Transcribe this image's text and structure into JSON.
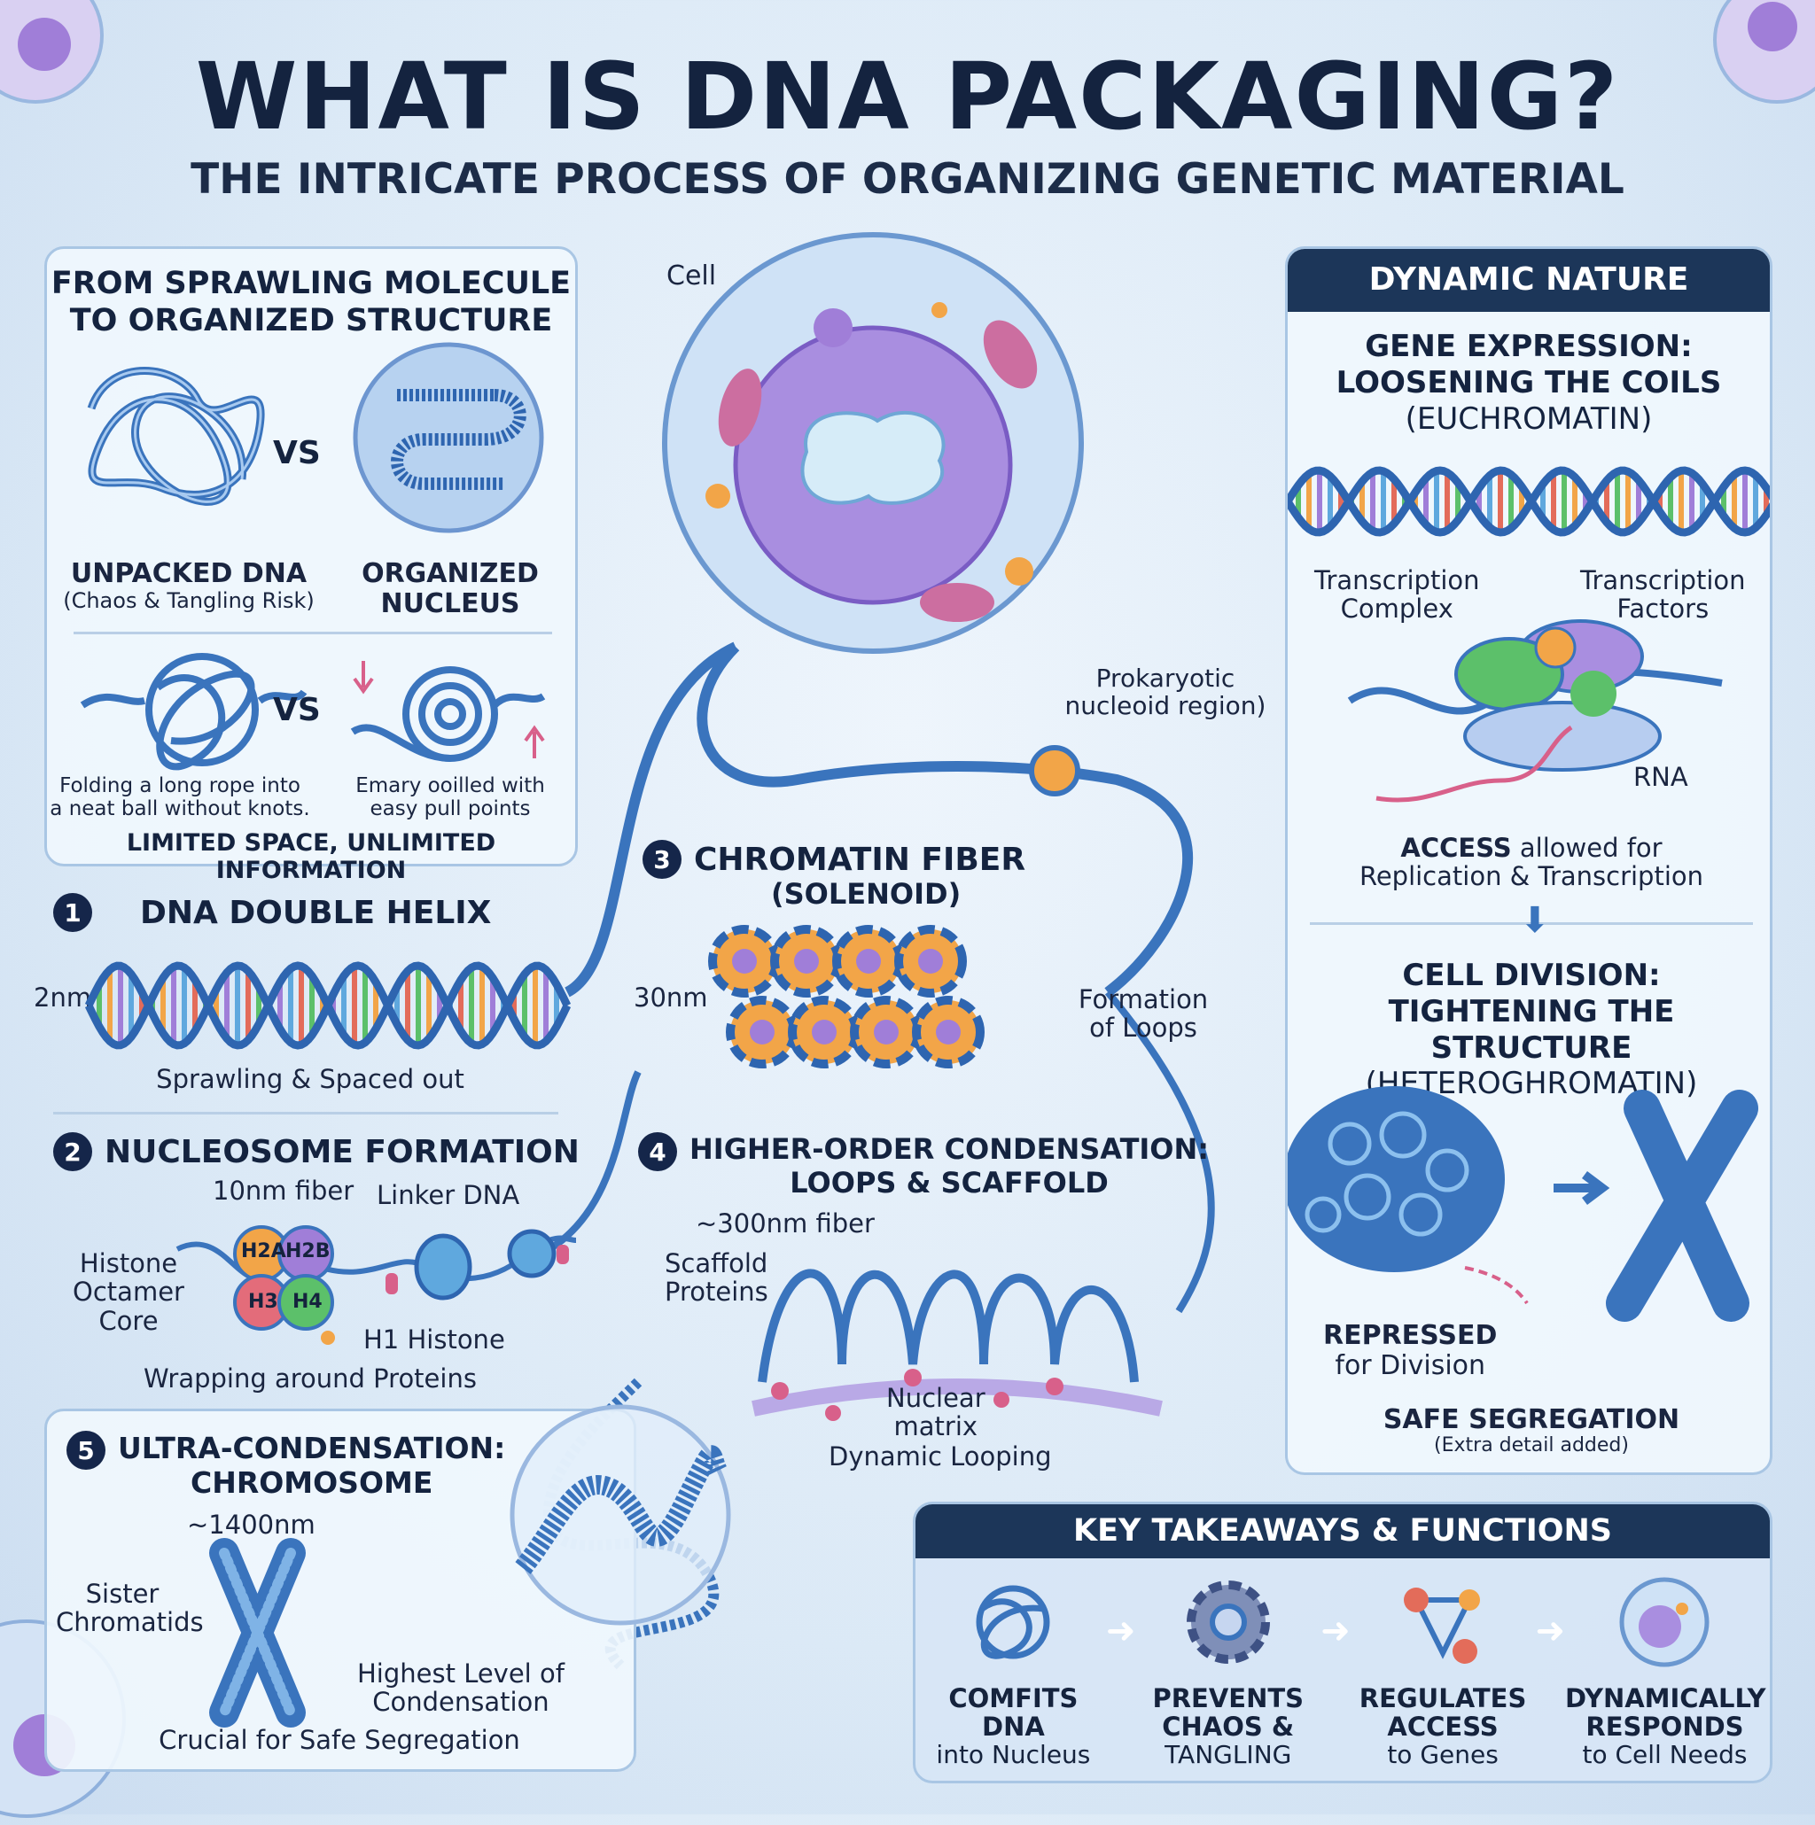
{
  "title": "WHAT IS DNA PACKAGING?",
  "subtitle": "THE INTRICATE PROCESS OF ORGANIZING GENETIC MATERIAL",
  "intro": {
    "heading_line1": "FROM SPRAWLING MOLECULE",
    "heading_line2": "TO ORGANIZED STRUCTURE",
    "vs": "VS",
    "unpacked_title": "UNPACKED DNA",
    "unpacked_sub": "(Chaos & Tangling Risk)",
    "organized_line1": "ORGANIZED",
    "organized_line2": "NUCLEUS",
    "rope_line1": "Folding a long rope into",
    "rope_line2": "a neat ball without knots.",
    "coil_line1": "Emary ooilled with",
    "coil_line2": "easy pull points",
    "footer": "LIMITED SPACE, UNLIMITED INFORMATION"
  },
  "cell": {
    "label": "Cell",
    "nucleoid_line1": "Prokaryotic",
    "nucleoid_line2": "nucleoid region)"
  },
  "step1": {
    "num": "1",
    "title": "DNA DOUBLE HELIX",
    "scale": "2nm",
    "caption": "Sprawling & Spaced out"
  },
  "step2": {
    "num": "2",
    "title": "NUCLEOSOME FORMATION",
    "fiber": "10nm fiber",
    "linker": "Linker DNA",
    "core_line1": "Histone",
    "core_line2": "Octamer",
    "core_line3": "Core",
    "h2a": "H2A",
    "h2b": "H2B",
    "h3": "H3",
    "h4": "H4",
    "h1": "H1 Histone",
    "caption": "Wrapping around Proteins"
  },
  "step3": {
    "num": "3",
    "title": "CHROMATIN FIBER",
    "subtitle": "(SOLENOID)",
    "scale": "30nm",
    "loops_line1": "Formation",
    "loops_line2": "of Loops"
  },
  "step4": {
    "num": "4",
    "title_line1": "HIGHER-ORDER CONDENSATION:",
    "title_line2": "LOOPS & SCAFFOLD",
    "fiber": "~300nm fiber",
    "scaffold_line1": "Scaffold",
    "scaffold_line2": "Proteins",
    "matrix_line1": "Nuclear",
    "matrix_line2": "matrix",
    "caption": "Dynamic Looping"
  },
  "step5": {
    "num": "5",
    "title_line1": "ULTRA-CONDENSATION:",
    "title_line2": "CHROMOSOME",
    "scale": "~1400nm",
    "sister_line1": "Sister",
    "sister_line2": "Chromatids",
    "highest_line1": "Highest Level of",
    "highest_line2": "Condensation",
    "caption": "Crucial for Safe Segregation"
  },
  "dynamic": {
    "header": "DYNAMIC NATURE",
    "gene_line1": "GENE EXPRESSION:",
    "gene_line2": "LOOSENING THE COILS",
    "gene_line3": "(EUCHROMATIN)",
    "tc_line1": "Transcription",
    "tc_line2": "Complex",
    "tf_line1": "Transcription",
    "tf_line2": "Factors",
    "rna": "RNA",
    "access_bold": "ACCESS",
    "access_rest": " allowed for",
    "access_line2": "Replication & Transcription",
    "div_line1": "CELL DIVISION:",
    "div_line2": "TIGHTENING THE STRUCTURE",
    "div_line3": "(HETEROGHROMATIN)",
    "repressed": "REPRESSED",
    "repressed_sub": "for Division",
    "safe": "SAFE SEGREGATION",
    "safe_sub": "(Extra detail added)"
  },
  "takeaways": {
    "header": "KEY TAKEAWAYS & FUNCTIONS",
    "items": [
      {
        "icon": "tangle-icon",
        "line1": "COMFITS DNA",
        "line2": "into Nucleus"
      },
      {
        "icon": "gear-icon",
        "line1": "PREVENTS",
        "line2": "CHAOS &",
        "line3": "TANGLING"
      },
      {
        "icon": "network-icon",
        "line1": "REGULATES",
        "line2": "ACCESS",
        "line3": "to Genes"
      },
      {
        "icon": "cell-icon",
        "line1": "DYNAMICALLY",
        "line2": "RESPONDS",
        "line3": "to Cell Needs"
      }
    ]
  },
  "colors": {
    "navy": "#1c3659",
    "dna_blue": "#3a7cc4",
    "purple": "#9a7ad8",
    "pink": "#d8608a",
    "orange": "#f2a548",
    "green": "#5cc06a"
  }
}
